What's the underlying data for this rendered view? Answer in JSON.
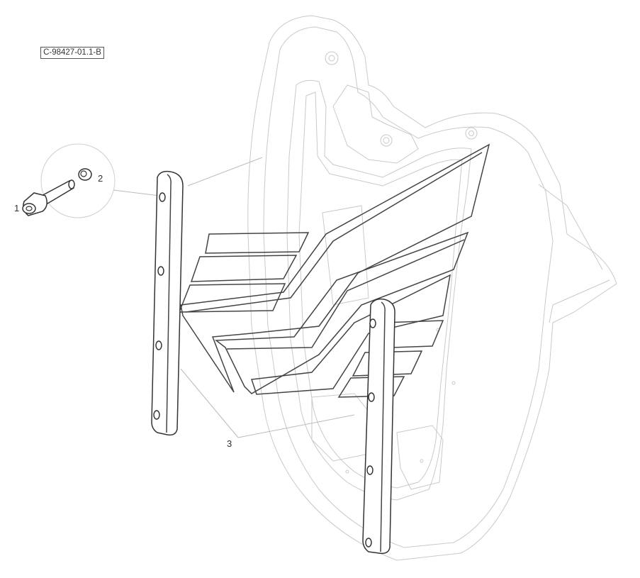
{
  "drawing_ref": "C-98427-01.1-B",
  "callouts": {
    "c1": "1",
    "c2": "2",
    "c3": "3"
  },
  "colors": {
    "line": "#333333",
    "ghost": "#c9c9c9",
    "background": "#ffffff"
  }
}
